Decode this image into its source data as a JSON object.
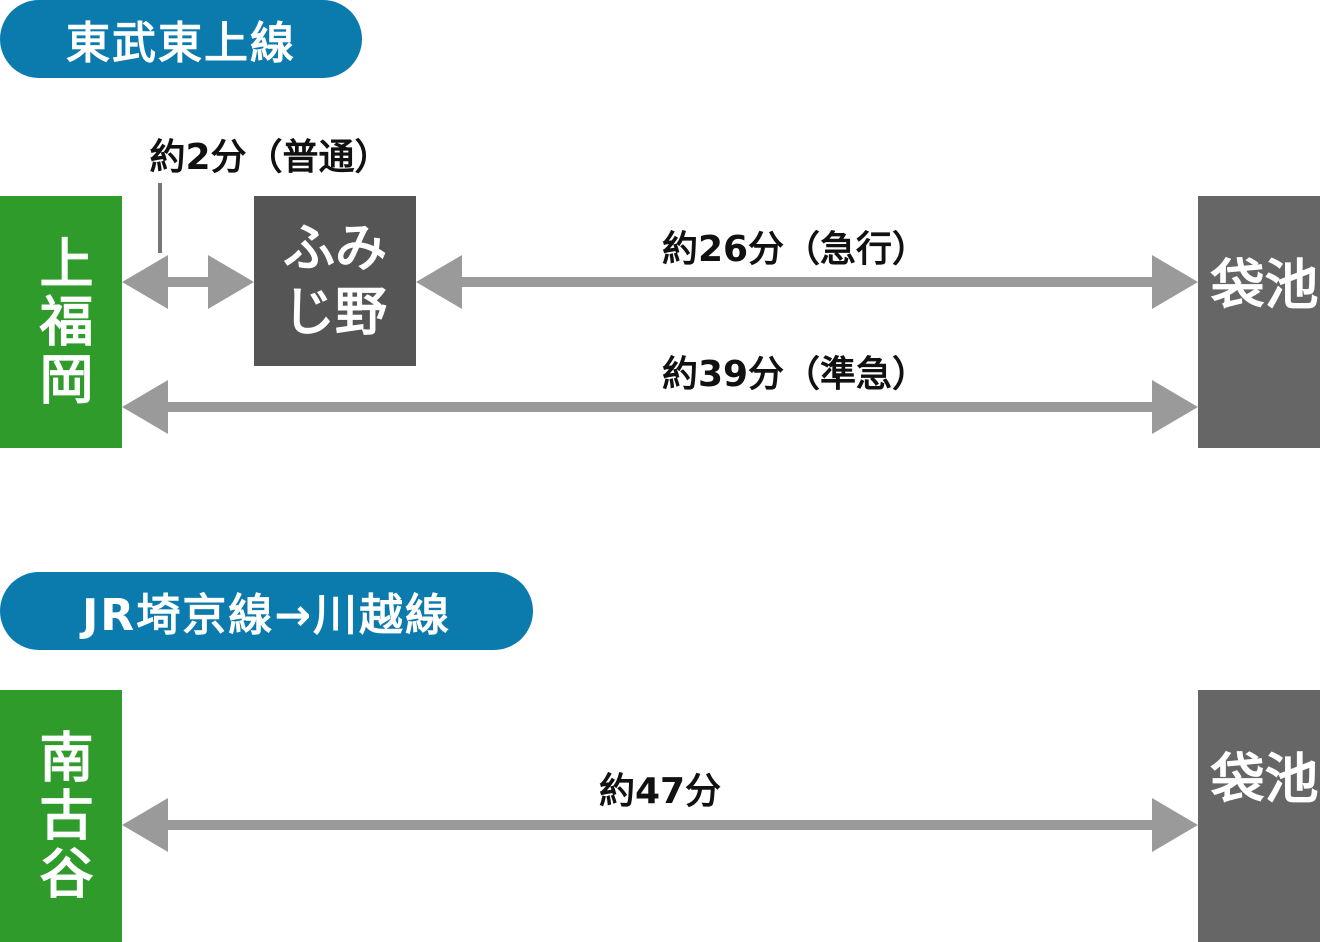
{
  "section1": {
    "line_label": "東武東上線",
    "origin": "上福岡",
    "mid_station_line1": "ふみ",
    "mid_station_line2": "じ野",
    "destination": "池袋",
    "time_local": "約2分（普通）",
    "time_express": "約26分（急行）",
    "time_semi_express": "約39分（準急）"
  },
  "section2": {
    "line_label": "JR埼京線→川越線",
    "origin": "南古谷",
    "destination": "池袋",
    "time": "約47分"
  },
  "colors": {
    "line_pill": "#0b7bad",
    "origin": "#2e9b2b",
    "destination": "#666666",
    "arrow": "#9a9a9a"
  }
}
